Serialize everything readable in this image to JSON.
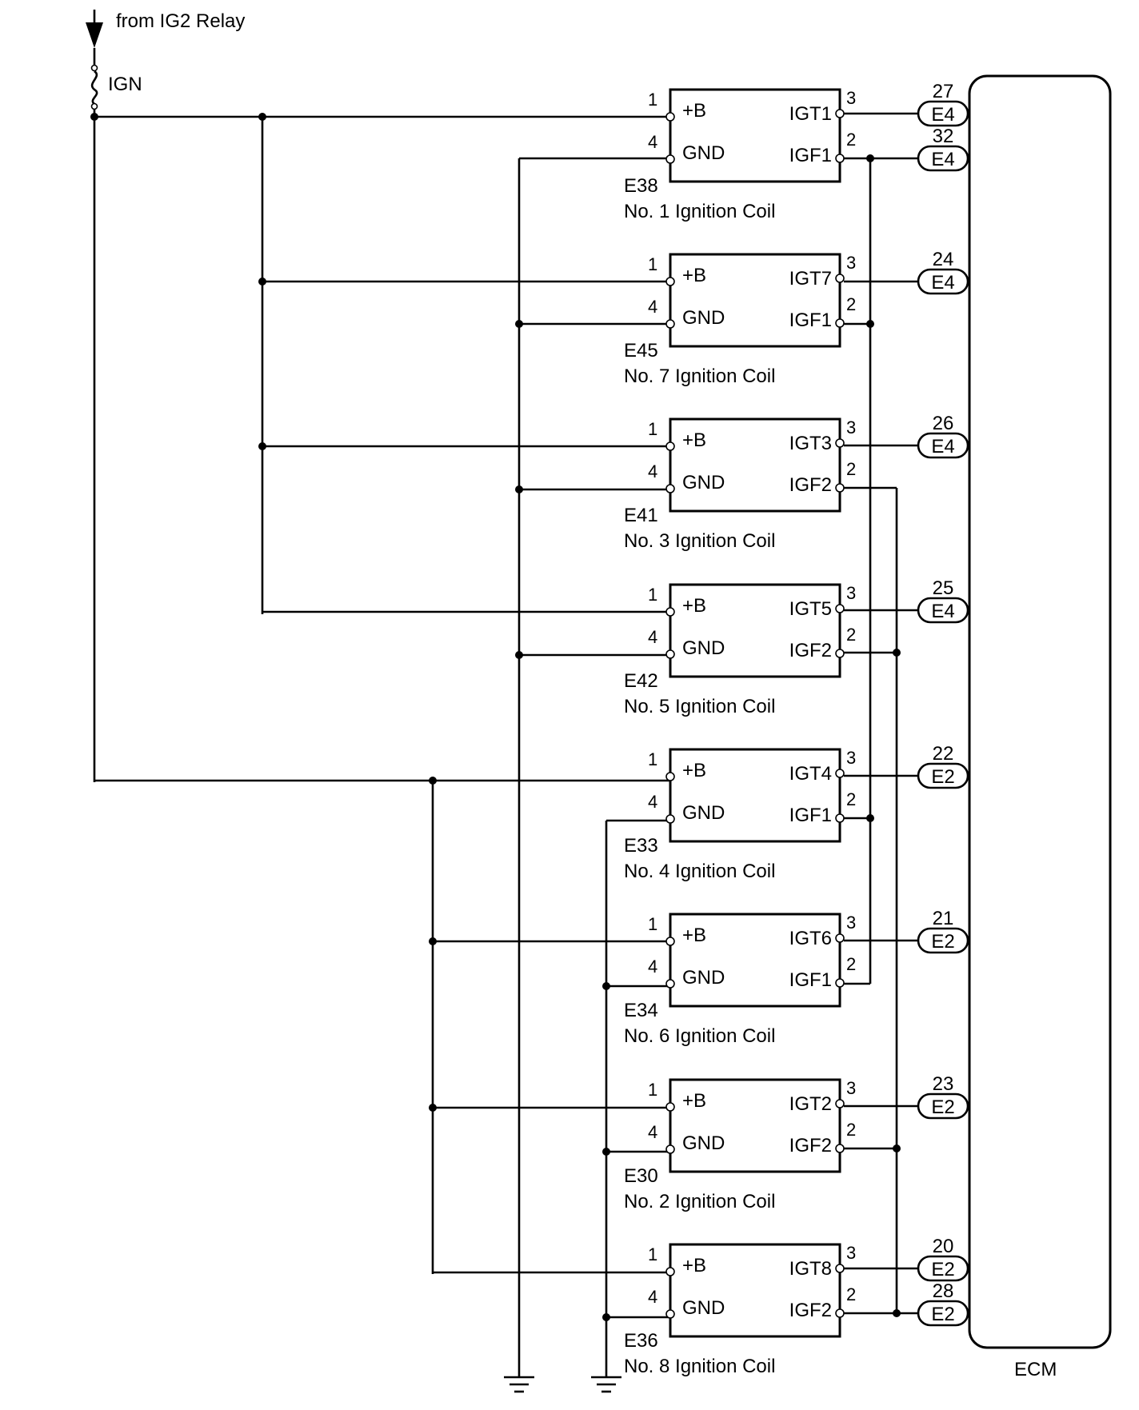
{
  "source": {
    "label": "from IG2 Relay"
  },
  "fuse": {
    "label": "IGN"
  },
  "ecm": {
    "label": "ECM"
  },
  "coil_pins": {
    "b_label": "+B",
    "gnd_label": "GND",
    "b_num": "1",
    "gnd_num": "4",
    "igt_num": "3",
    "igf_num": "2"
  },
  "coils": [
    {
      "code": "E38",
      "name": "No. 1 Ignition Coil",
      "igt": "IGT1",
      "igf": "IGF1"
    },
    {
      "code": "E45",
      "name": "No. 7 Ignition Coil",
      "igt": "IGT7",
      "igf": "IGF1"
    },
    {
      "code": "E41",
      "name": "No. 3 Ignition Coil",
      "igt": "IGT3",
      "igf": "IGF2"
    },
    {
      "code": "E42",
      "name": "No. 5 Ignition Coil",
      "igt": "IGT5",
      "igf": "IGF2"
    },
    {
      "code": "E33",
      "name": "No. 4 Ignition Coil",
      "igt": "IGT4",
      "igf": "IGF1"
    },
    {
      "code": "E34",
      "name": "No. 6 Ignition Coil",
      "igt": "IGT6",
      "igf": "IGF1"
    },
    {
      "code": "E30",
      "name": "No. 2 Ignition Coil",
      "igt": "IGT2",
      "igf": "IGF2"
    },
    {
      "code": "E36",
      "name": "No. 8 Ignition Coil",
      "igt": "IGT8",
      "igf": "IGF2"
    }
  ],
  "ecm_terminals": [
    {
      "connector": "E4",
      "pin": "27",
      "signal": "IGT1"
    },
    {
      "connector": "E4",
      "pin": "32",
      "signal": "IGF1"
    },
    {
      "connector": "E4",
      "pin": "24",
      "signal": "IGT7"
    },
    {
      "connector": "E4",
      "pin": "26",
      "signal": "IGT3"
    },
    {
      "connector": "E4",
      "pin": "25",
      "signal": "IGT5"
    },
    {
      "connector": "E2",
      "pin": "22",
      "signal": "IGT4"
    },
    {
      "connector": "E2",
      "pin": "21",
      "signal": "IGT6"
    },
    {
      "connector": "E2",
      "pin": "23",
      "signal": "IGT2"
    },
    {
      "connector": "E2",
      "pin": "20",
      "signal": "IGT8"
    },
    {
      "connector": "E2",
      "pin": "28",
      "signal": "IGF2"
    }
  ]
}
